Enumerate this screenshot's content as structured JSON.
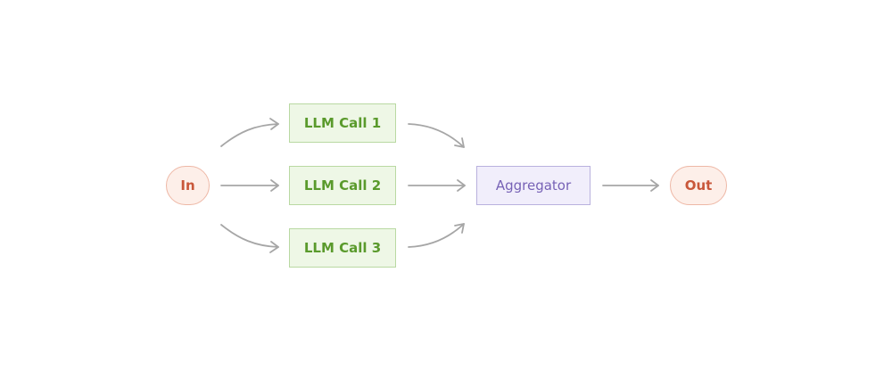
{
  "nodes": {
    "input": "In",
    "llm_call_1": "LLM Call 1",
    "llm_call_2": "LLM Call 2",
    "llm_call_3": "LLM Call 3",
    "aggregator": "Aggregator",
    "output": "Out"
  },
  "edges": [
    {
      "from": "In",
      "to": "LLM Call 1"
    },
    {
      "from": "In",
      "to": "LLM Call 2"
    },
    {
      "from": "In",
      "to": "LLM Call 3"
    },
    {
      "from": "LLM Call 1",
      "to": "Aggregator"
    },
    {
      "from": "LLM Call 2",
      "to": "Aggregator"
    },
    {
      "from": "LLM Call 3",
      "to": "Aggregator"
    },
    {
      "from": "Aggregator",
      "to": "Out"
    }
  ],
  "colors": {
    "terminal_fill": "#fdefe9",
    "terminal_border": "#eeb8a6",
    "terminal_text": "#c9573a",
    "llm_fill": "#eef7e6",
    "llm_border": "#b9d9a2",
    "llm_text": "#5a9a2c",
    "aggregator_fill": "#f1eefb",
    "aggregator_border": "#b9b1de",
    "aggregator_text": "#7762b6",
    "arrow": "#a6a6a6"
  }
}
